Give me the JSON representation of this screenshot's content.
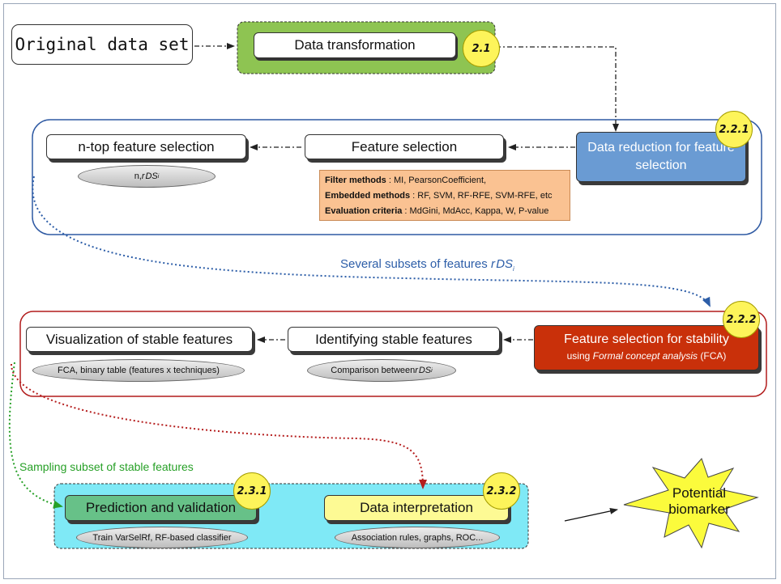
{
  "nodes": {
    "original": "Original data set",
    "transform": "Data transformation",
    "reduction": "Data reduction for feature selection",
    "ntop": "n-top feature selection",
    "fs": "Feature selection",
    "stability_title": "Feature selection for stability",
    "stability_using": "using",
    "stability_fca": "Formal concept analysis",
    "stability_abbr": "(FCA)",
    "identify": "Identifying stable features",
    "visual": "Visualization of stable features",
    "prediction": "Prediction and validation",
    "interpretation": "Data interpretation",
    "biomarker_1": "Potential",
    "biomarker_2": "biomarker"
  },
  "badges": {
    "b21": "2.1",
    "b221": "2.2.1",
    "b222": "2.2.2",
    "b231": "2.3.1",
    "b232": "2.3.2"
  },
  "ellipses": {
    "ntop_prefix": "n, ",
    "rds_r": "r",
    "rds_ds": "DS",
    "rds_i": "i",
    "visual": "FCA, binary table (features x techniques)",
    "identify_prefix": "Comparison between ",
    "prediction": "Train VarSelRf, RF-based classifier",
    "interpretation": "Association rules, graphs, ROC..."
  },
  "methods": [
    {
      "label": "Filter methods",
      "value": "MI, PearsonCoefficient,"
    },
    {
      "label": "Embedded methods",
      "value": "RF, SVM, RF-RFE, SVM-RFE, etc"
    },
    {
      "label": "Evaluation criteria",
      "value": "MdGini, MdAcc, Kappa, W, P-value"
    }
  ],
  "annotations": {
    "several_prefix": "Several subsets of features ",
    "sampling": "Sampling subset of stable features"
  },
  "colors": {
    "green_band": "#8ec452",
    "blue_node": "#6a9bd3",
    "red_node": "#c9300a",
    "teal_node": "#67c188",
    "yellow_node": "#fdfa94",
    "cyan_region": "#7fe9f6",
    "orange_panel": "#fac292",
    "badge": "#fdf45a",
    "starburst": "#fbfb3c"
  }
}
